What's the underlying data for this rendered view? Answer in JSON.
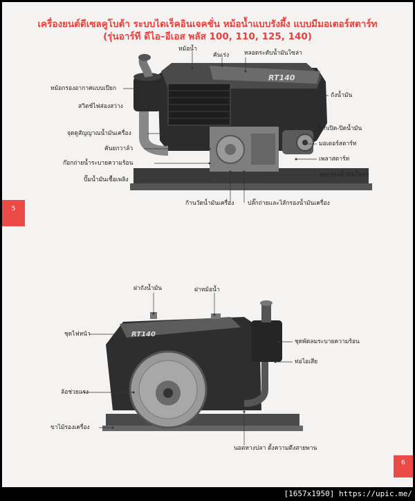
{
  "title_line1": "เครื่องยนต์ดีเซลคูโบต้า ระบบไดเร็คอินเจคชั่น หม้อน้ำแบบรังผึ้ง แบบมีมอเตอร์สตาร์ท",
  "title_line2": "(รุ่นอาร์ที ดีไอ–อีเอส พลัส 100, 110, 125, 140)",
  "page_left": "5",
  "page_right": "6",
  "footer_text": "[1657x1950] https://upic.me/",
  "model_badge": "RT140",
  "diagram1": {
    "labels": {
      "radiator": "หม้อน้ำ",
      "throttle_lever": "คันเร่ง",
      "fuel_level_tube": "หลอดระดับน้ำมันโซล่า",
      "wet_air_filter": "หม้อกรองอากาศแบบเปียก",
      "fuel_tank": "ถังน้ำมัน",
      "light_switch": "สวิตช์ไฟส่องสว่าง",
      "oil_pressure_indicator": "จุดดูสัญญาณน้ำมันเครื่อง",
      "fuel_cock": "ก๊อกเปิด-ปิดน้ำมัน",
      "starter_motor": "มอเตอร์สตาร์ท",
      "decompression_lever": "คันยกวาล์ว",
      "drain_cock": "ก๊อกถ่ายน้ำระบายความร้อน",
      "starter_pulley": "เพลาสตาร์ท",
      "fuel_filter": "ชุดกรองน้ำมันโซล่า",
      "fuel_pump": "ปั๊มน้ำมันเชื้อเพลิง",
      "dipstick": "ก้านวัดน้ำมันเครื่อง",
      "drain_plug_oil_strainer": "ปลั๊กถ่ายและไส้กรองน้ำมันเครื่อง"
    }
  },
  "diagram2": {
    "labels": {
      "fuel_tank_cap": "ฝาถังน้ำมัน",
      "radiator_cap": "ฝาหม้อน้ำ",
      "headlight_set": "ชุดไฟหน้า",
      "cooling_fan_set": "ชุดพัดลมระบายความร้อน",
      "muffler": "ท่อไอเสีย",
      "flywheel": "ล้อช่วยแรง",
      "wooden_base": "ขาไม้รองเครื่อง",
      "tension_bolt": "นอตหางปลา ตั้งความตึงสายพาน"
    }
  },
  "colors": {
    "accent": "#e8403d",
    "page": "#f4f3f1",
    "engine_dark": "#2a2a2a",
    "engine_gray": "#8a8a8a"
  }
}
